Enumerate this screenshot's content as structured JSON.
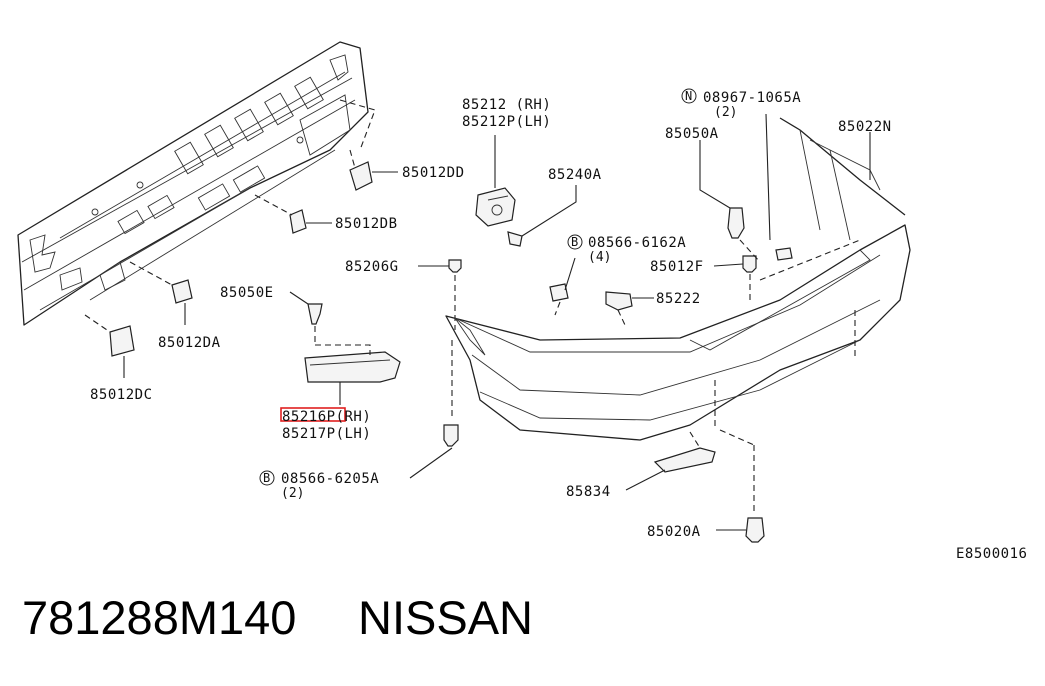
{
  "diagram": {
    "code": "E8500016",
    "highlight_color": "#e02020",
    "labels": {
      "p85012DD": "85012DD",
      "p85012DB": "85012DB",
      "p85012DA": "85012DA",
      "p85012DC": "85012DC",
      "p85050E": "85050E",
      "p85216": "85216P(RH)",
      "p85217": "85217P(LH)",
      "p85206G": "85206G",
      "p85212": "85212 (RH)",
      "p85212P": "85212P(LH)",
      "p85240A": "85240A",
      "p08566_6162A": "08566-6162A",
      "p08566_6162A_qty": "(4)",
      "p85012F": "85012F",
      "p85222": "85222",
      "p08967": "08967-1065A",
      "p08967_qty": "(2)",
      "p85050A": "85050A",
      "p85022N": "85022N",
      "p08566_6205A": "08566-6205A",
      "p08566_6205A_qty": "(2)",
      "p85834": "85834",
      "p85020A": "85020A",
      "sym_b1": "B",
      "sym_b2": "B",
      "sym_n": "N"
    }
  },
  "footer": {
    "part_number": "781288M140",
    "brand": "NISSAN"
  }
}
